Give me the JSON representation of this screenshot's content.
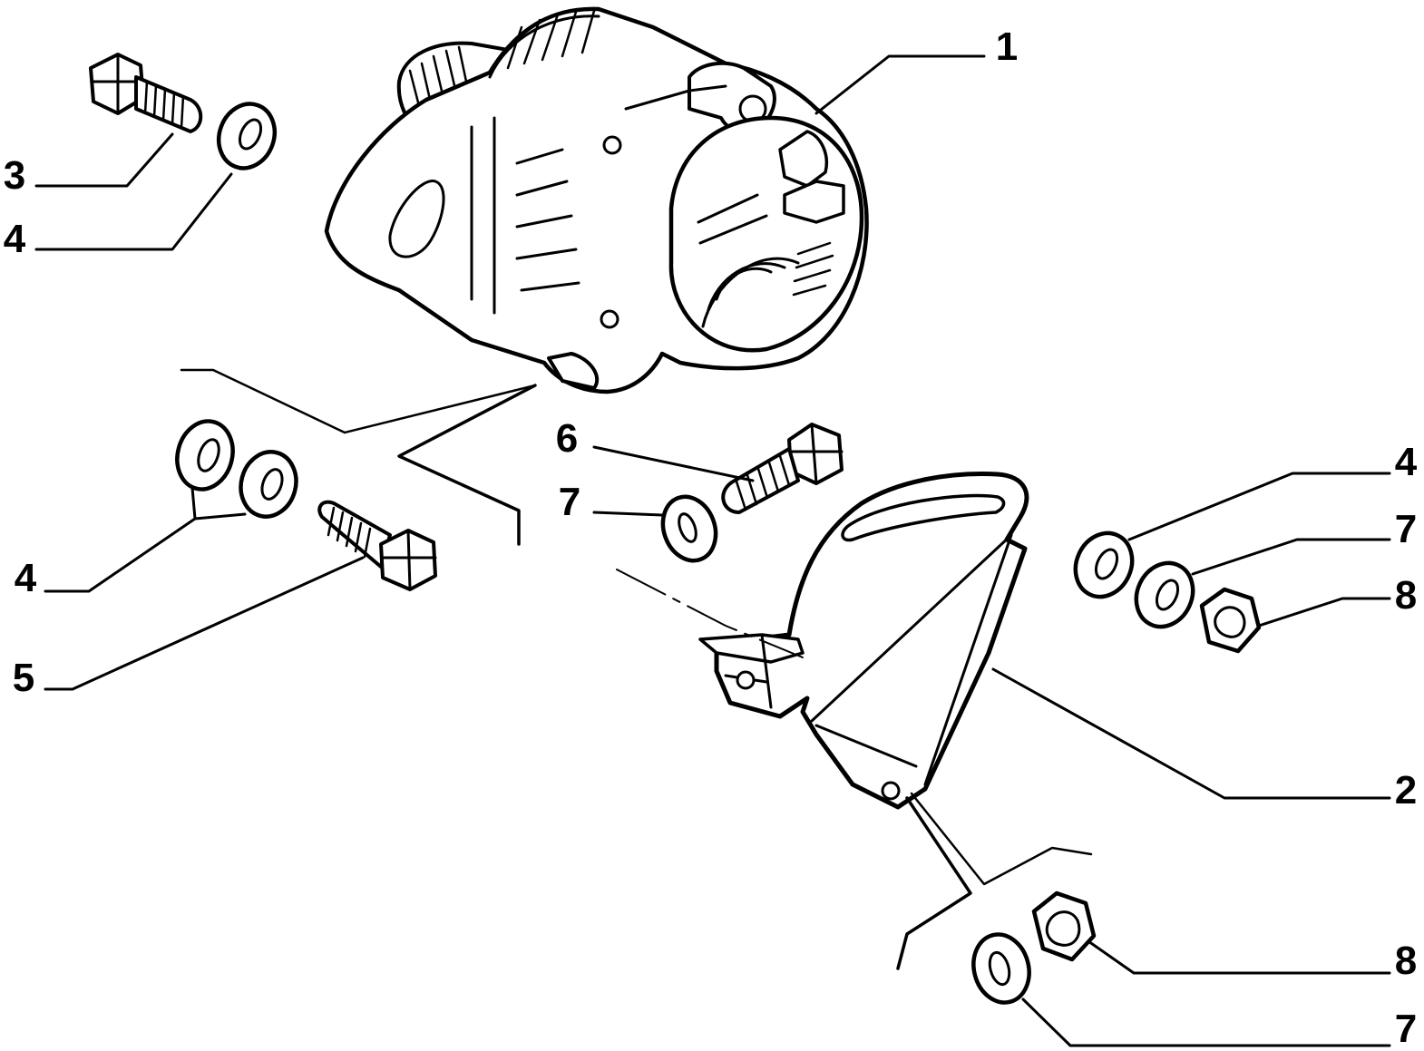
{
  "diagram": {
    "callouts": [
      {
        "id": "c1",
        "label": "1"
      },
      {
        "id": "c3",
        "label": "3"
      },
      {
        "id": "c4a",
        "label": "4"
      },
      {
        "id": "c6",
        "label": "6"
      },
      {
        "id": "c7a",
        "label": "7"
      },
      {
        "id": "c4b",
        "label": "4"
      },
      {
        "id": "c7b",
        "label": "7"
      },
      {
        "id": "c8a",
        "label": "8"
      },
      {
        "id": "c4c",
        "label": "4"
      },
      {
        "id": "c5",
        "label": "5"
      },
      {
        "id": "c2",
        "label": "2"
      },
      {
        "id": "c8b",
        "label": "8"
      },
      {
        "id": "c7c",
        "label": "7"
      }
    ]
  }
}
